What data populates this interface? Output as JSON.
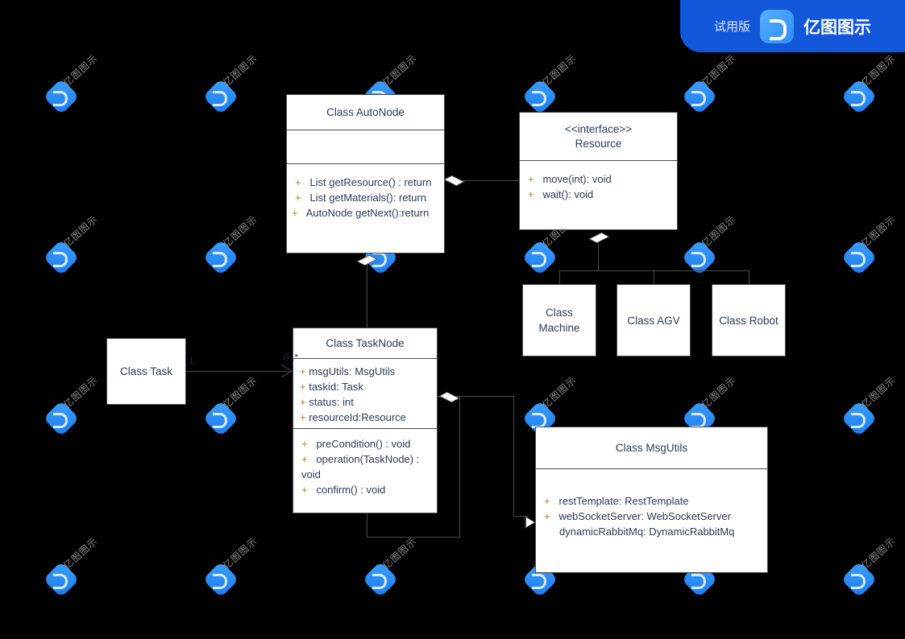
{
  "app": {
    "trial_label": "试用版",
    "brand_name": "亿图图示",
    "logo_icon": "edraw-logo-icon",
    "watermark_text": "亿图图示",
    "accent_color": "#1257d9",
    "canvas_background": "#000000",
    "box_fill": "#ffffff",
    "box_stroke": "#4a4a4a",
    "text_color": "#2b3a55",
    "visibility_color": "#c07a1e"
  },
  "diagram": {
    "type": "uml-class-diagram",
    "classes": [
      {
        "id": "auto-node",
        "title": "Class AutoNode",
        "attributes": [],
        "operations": [
          {
            "vis": "+",
            "text": "List getResource() : return"
          },
          {
            "vis": "+",
            "text": "List getMaterials(): return"
          },
          {
            "vis": "+",
            "text": "AutoNode getNext():return"
          }
        ]
      },
      {
        "id": "resource",
        "stereotype": "<<interface>>",
        "title": "Resource",
        "operations": [
          {
            "vis": "+",
            "text": "move(int): void"
          },
          {
            "vis": "+",
            "text": "wait(): void"
          }
        ]
      },
      {
        "id": "task-node",
        "title": "Class TaskNode",
        "attributes": [
          {
            "vis": "+",
            "text": "msgUtils: MsgUtils"
          },
          {
            "vis": "+",
            "text": "taskid: Task"
          },
          {
            "vis": "+",
            "text": "status: int"
          },
          {
            "vis": "+",
            "text": "resourceId:Resource"
          }
        ],
        "operations": [
          {
            "vis": "+",
            "text": "preCondition() : void"
          },
          {
            "vis": "+",
            "text": "operation(TaskNode) : void"
          },
          {
            "vis": "+",
            "text": "confirm() : void"
          }
        ]
      },
      {
        "id": "msg-utils",
        "title": "Class MsgUtils",
        "attributes": [
          {
            "vis": "+",
            "text": "restTemplate: RestTemplate"
          },
          {
            "vis": "+",
            "text": "webSocketServer: WebSocketServer"
          },
          {
            "vis": "",
            "text": "dynamicRabbitMq: DynamicRabbitMq"
          }
        ]
      },
      {
        "id": "task",
        "title": "Class Task"
      },
      {
        "id": "machine",
        "title": "Class Machine"
      },
      {
        "id": "agv",
        "title": "Class AGV"
      },
      {
        "id": "robot",
        "title": "Class Robot"
      }
    ],
    "multiplicities": {
      "task_side": "1",
      "task_node_side": "0..*"
    }
  }
}
